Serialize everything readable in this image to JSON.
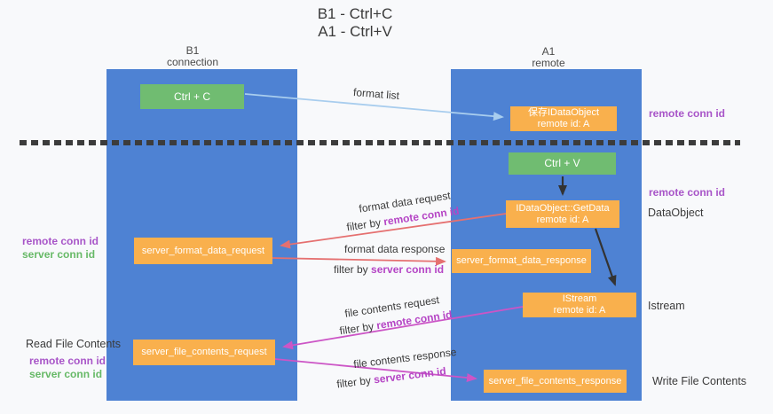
{
  "colors": {
    "background": "#F8F9FB",
    "lifeline_blue": "#4E82D3",
    "green_box": "#70BC71",
    "orange_box": "#F9B04D",
    "purple_text": "#A855C8",
    "magenta_text": "#B545C5",
    "green_text": "#67B967",
    "red_arrow": "#E57070",
    "magenta_arrow": "#CC55C6",
    "light_blue_arrow": "#A8CDEE",
    "black_arrow": "#333333",
    "dark_text": "#3B3B3B"
  },
  "title": {
    "line1": "B1 - Ctrl+C",
    "line2": "A1 - Ctrl+V"
  },
  "lifelines": {
    "left": {
      "name": "B1",
      "role": "connection"
    },
    "right": {
      "name": "A1",
      "role": "remote"
    }
  },
  "boxes": {
    "ctrl_c": {
      "label": "Ctrl + C"
    },
    "ctrl_v": {
      "label": "Ctrl + V"
    },
    "save_dataobject": {
      "line1": "保存IDataObject",
      "line2": "remote id: A"
    },
    "getdata": {
      "line1": "IDataObject::GetData",
      "line2": "remote id: A"
    },
    "istream": {
      "line1": "IStream",
      "line2": "remote id: A"
    },
    "format_request": {
      "label": "server_format_data_request"
    },
    "format_response": {
      "label": "server_format_data_response"
    },
    "file_request": {
      "label": "server_file_contents_request"
    },
    "file_response": {
      "label": "server_file_contents_response"
    }
  },
  "flow_labels": {
    "format_list": "format list",
    "format_data_request": "format data request",
    "format_data_response": "format data response",
    "file_contents_request": "file contents request",
    "file_contents_response": "file contents response",
    "filter_by": "filter by",
    "remote_conn_id": "remote conn id",
    "server_conn_id": "server conn id"
  },
  "side_labels": {
    "remote_conn_id": "remote conn id",
    "server_conn_id": "server conn id",
    "dataobject": "DataObject",
    "istream": "Istream",
    "read_file_contents": "Read File Contents",
    "write_file_contents": "Write File Contents"
  }
}
